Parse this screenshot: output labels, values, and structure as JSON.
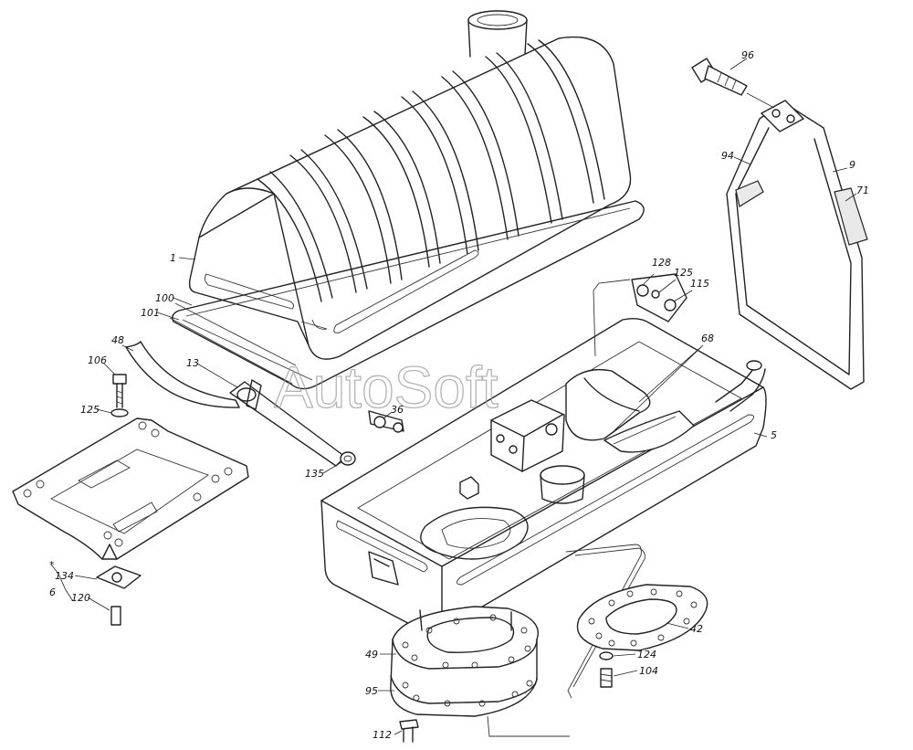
{
  "watermark": "AutoSoft",
  "callouts": {
    "c1": "1",
    "c100": "100",
    "c101": "101",
    "c48": "48",
    "c106": "106",
    "c125a": "125",
    "c13": "13",
    "c36": "36",
    "c135": "135",
    "c128": "128",
    "c125b": "125",
    "c115": "115",
    "c68": "68",
    "c5": "5",
    "c96": "96",
    "c94": "94",
    "c9": "9",
    "c71": "71",
    "c134": "134",
    "c6": "6",
    "c120": "120",
    "c42": "42",
    "c124": "124",
    "c104": "104",
    "c49": "49",
    "c95": "95",
    "c112": "112",
    "star": "*"
  }
}
